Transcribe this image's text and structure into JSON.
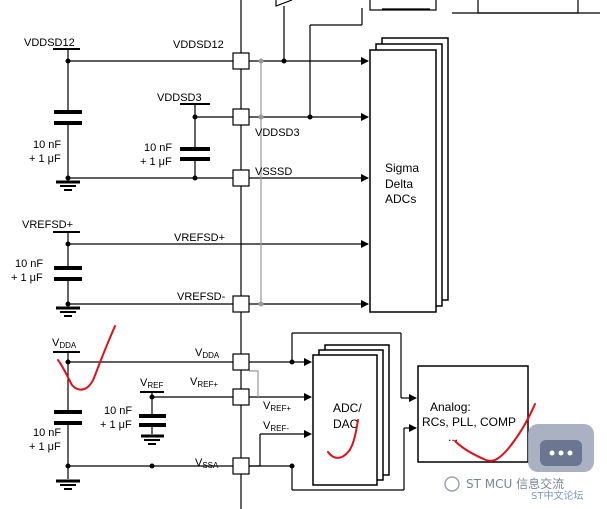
{
  "supplies": {
    "vddsd12_left": "VDDSD12",
    "vddsd12_pin": "VDDSD12",
    "vddsd3_left": "VDDSD3",
    "vddsd3_pin": "VDDSD3",
    "vsssd_pin": "VSSSD",
    "vrefsd_plus_left": "VREFSD+",
    "vrefsd_plus_pin": "VREFSD+",
    "vrefsd_minus_pin": "VREFSD-",
    "vdda_left_main": "V",
    "vdda_left_sub": "DDA",
    "vdda_pin_main": "V",
    "vdda_pin_sub": "DDA",
    "vref_left_main": "V",
    "vref_left_sub": "REF",
    "vref_plus_pin_main": "V",
    "vref_plus_pin_sub": "REF+",
    "vref_plus_block_main": "V",
    "vref_plus_block_sub": "REF+",
    "vref_minus_block_main": "V",
    "vref_minus_block_sub": "REF-",
    "vssa_pin_main": "V",
    "vssa_pin_sub": "SSA"
  },
  "capacitors": {
    "c1_line1": "10 nF",
    "c1_line2": "+ 1 μF",
    "c2_line1": "10 nF",
    "c2_line2": "+ 1 μF",
    "c3_line1": "10 nF",
    "c3_line2": "+ 1 μF",
    "c4_line1": "10 nF",
    "c4_line2": "+ 1 μF",
    "c5_line1": "10 nF",
    "c5_line2": "+ 1 μF"
  },
  "blocks": {
    "sdadc_line1": "Sigma",
    "sdadc_line2": "Delta",
    "sdadc_line3": "ADCs",
    "adcdac_line1": "ADC/",
    "adcdac_line2": "DAC",
    "analog_line1": "Analog:",
    "analog_line2": "RCs, PLL, COMP",
    "analog_line3": "..."
  },
  "watermark": {
    "brand": "ST MCU 信息交流",
    "site": "ST中文论坛"
  }
}
